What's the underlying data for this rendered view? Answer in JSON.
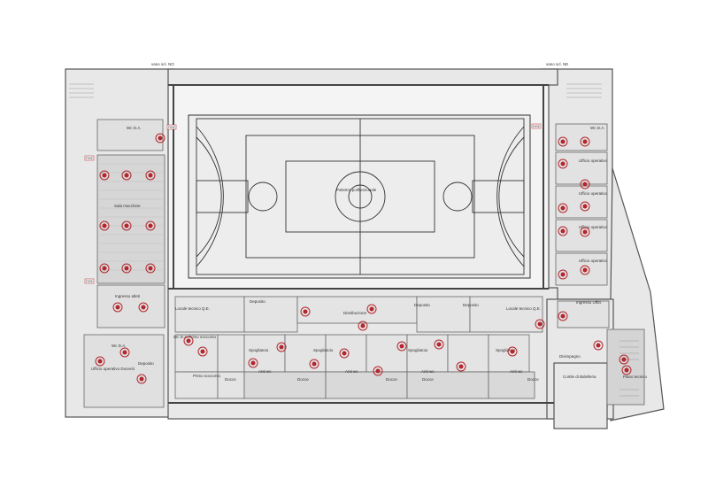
{
  "stairs": {
    "left": "vano scl. NO",
    "right": "vano scl. NE"
  },
  "court": {
    "label": "Palestra polifunzionale"
  },
  "rooms": {
    "wc_da": "Wc D.A.",
    "sala_macchine": "Sala macchine",
    "ingresso_atleti": "Ingresso atleti",
    "ufficio_operativo_docenti": "Ufficio operativo Docenti",
    "deposito": "Deposito",
    "locale_tecnico_1": "Locale tecnico Q.E.",
    "locale_tecnico_2": "Locale tecnico Q.E.",
    "distribuzione": "Distribuzione",
    "primo_soccorso": "Primo soccorso",
    "spogliatoio": "Spogliatoio",
    "docce": "Docce",
    "anti_wc": "Anti wc",
    "ufficio_operativo": "Ufficio operativo",
    "ingresso_uffici": "Ingresso Uffici",
    "disimpegno": "Disimpegno",
    "cortile_bidelleria": "Cortile di Bidelleria",
    "piano_tecnico": "Piano tecnico"
  },
  "fire_tag": "FIRE",
  "colors": {
    "wall": "#555555",
    "fill": "#e6e6e6",
    "court": "#ececec",
    "fixture": "#b3262d"
  }
}
